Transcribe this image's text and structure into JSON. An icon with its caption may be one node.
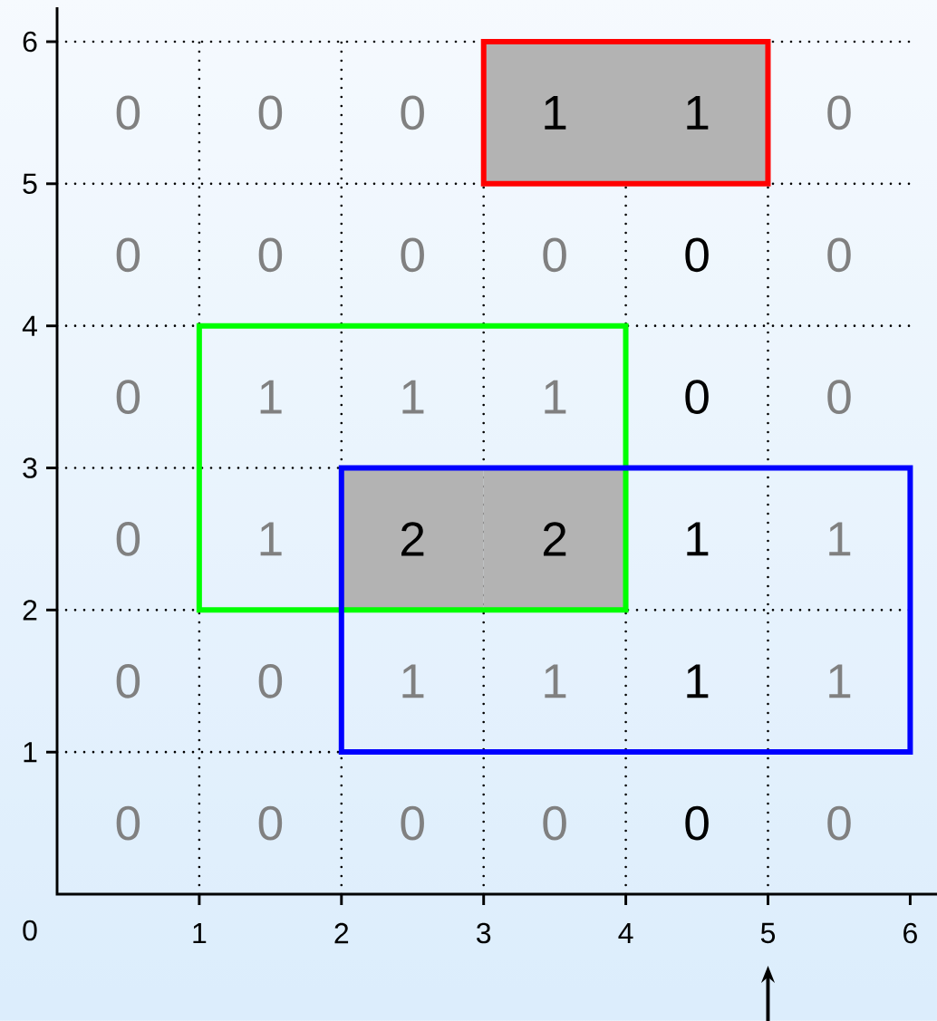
{
  "diagram": {
    "nodes": [
      {
        "text": [],
        "shape": "box"
      },
      {
        "text": [],
        "shape": "box"
      },
      {
        "text": [],
        "shape": "box"
      }
    ],
    "labels": [
      "6",
      "0",
      "0",
      "0",
      "1",
      "1",
      "0",
      "5",
      "0",
      "0",
      "0",
      "0",
      "0",
      "0",
      "4",
      "0",
      "1",
      "1",
      "1",
      "0",
      "0",
      "3",
      "0",
      "1",
      "2",
      "2",
      "1",
      "1",
      "2",
      "0",
      "0",
      "1",
      "1",
      "1",
      "1",
      "1",
      "0",
      "0",
      "0",
      "0",
      "0",
      "0",
      "0",
      "1",
      "2",
      "3",
      "4",
      "5",
      "6"
    ]
  }
}
